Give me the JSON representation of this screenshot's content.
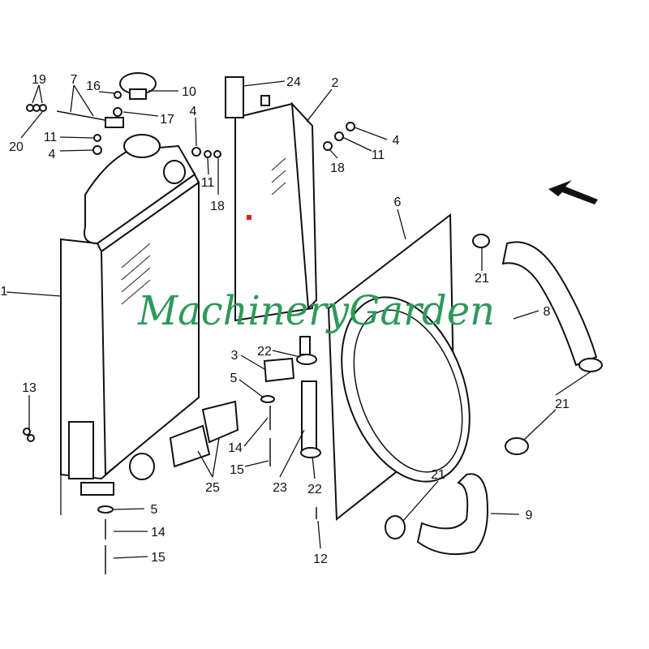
{
  "diagram": {
    "watermark": "MachineryGarden",
    "marker_color": "#e02020",
    "watermark_color": "#2e9a5a",
    "callouts": [
      "19",
      "7",
      "16",
      "10",
      "17",
      "4",
      "20",
      "11",
      "4",
      "11",
      "18",
      "24",
      "2",
      "4",
      "11",
      "18",
      "6",
      "21",
      "8",
      "1",
      "13",
      "3",
      "22",
      "5",
      "14",
      "15",
      "25",
      "23",
      "22",
      "21",
      "21",
      "9",
      "5",
      "14",
      "15",
      "12"
    ]
  }
}
